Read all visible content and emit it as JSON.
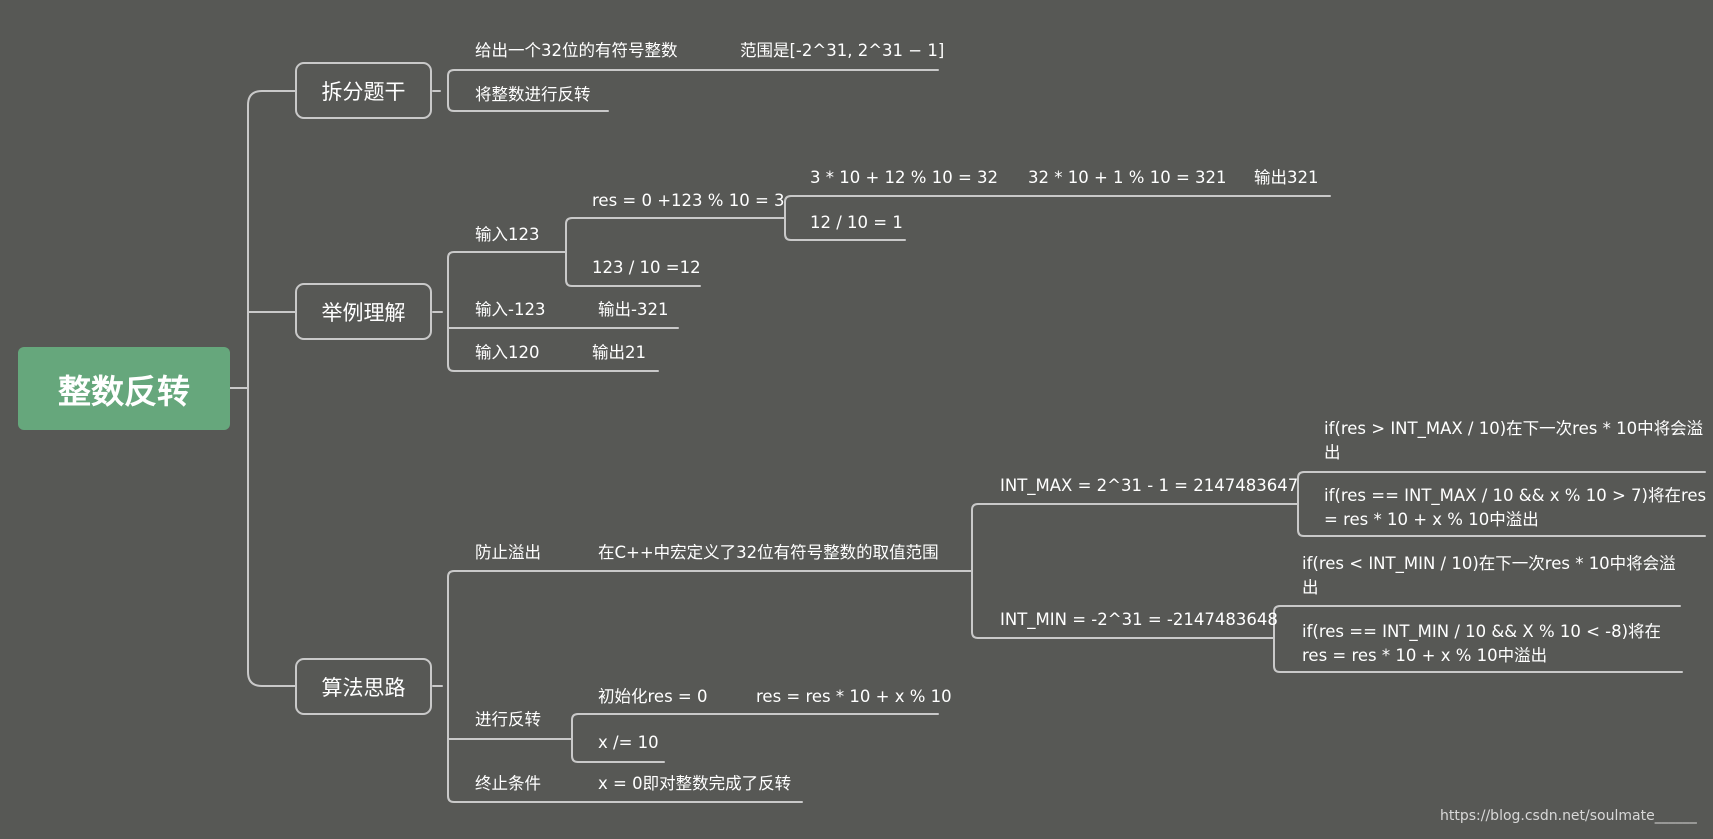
{
  "root": "整数反转",
  "branches": [
    {
      "label": "拆分题干",
      "items": [
        {
          "label": "给出一个32位的有符号整数",
          "next": "范围是[-2^31,  2^31 − 1]"
        },
        {
          "label": "将整数进行反转"
        }
      ]
    },
    {
      "label": "举例理解",
      "items": [
        {
          "label": "输入123",
          "steps": [
            {
              "label": "res = 0 +123 % 10 = 3",
              "children": [
                {
                  "label": "3 * 10 + 12 % 10 = 32",
                  "next": "32 * 10 + 1 % 10 = 321",
                  "next2": "输出321"
                },
                {
                  "label": "12 / 10 = 1"
                }
              ]
            },
            {
              "label": "123 / 10 =12"
            }
          ]
        },
        {
          "label": "输入-123",
          "next": "输出-321"
        },
        {
          "label": "输入120",
          "next": "输出21"
        }
      ]
    },
    {
      "label": "算法思路",
      "items": [
        {
          "label": "防止溢出",
          "next": "在C++中宏定义了32位有符号整数的取值范围",
          "children": [
            {
              "label": "INT_MAX = 2^31 - 1 =  2147483647",
              "notes": [
                "if(res > INT_MAX / 10)在下一次res * 10中将会溢出",
                "if(res == INT_MAX / 10 && x % 10 > 7)将在res = res * 10 + x % 10中溢出"
              ]
            },
            {
              "label": "INT_MIN = -2^31 = -2147483648",
              "notes": [
                "if(res < INT_MIN / 10)在下一次res * 10中将会溢出",
                "if(res == INT_MIN / 10 && X % 10 < -8)将在res = res * 10 + x % 10中溢出"
              ]
            }
          ]
        },
        {
          "label": "进行反转",
          "steps": [
            {
              "label": "初始化res = 0",
              "next": "res = res * 10 + x % 10"
            },
            {
              "label": "x /= 10"
            }
          ]
        },
        {
          "label": "终止条件",
          "next": "x = 0即对整数完成了反转"
        }
      ]
    }
  ],
  "watermark": "https://blog.csdn.net/soulmate______"
}
